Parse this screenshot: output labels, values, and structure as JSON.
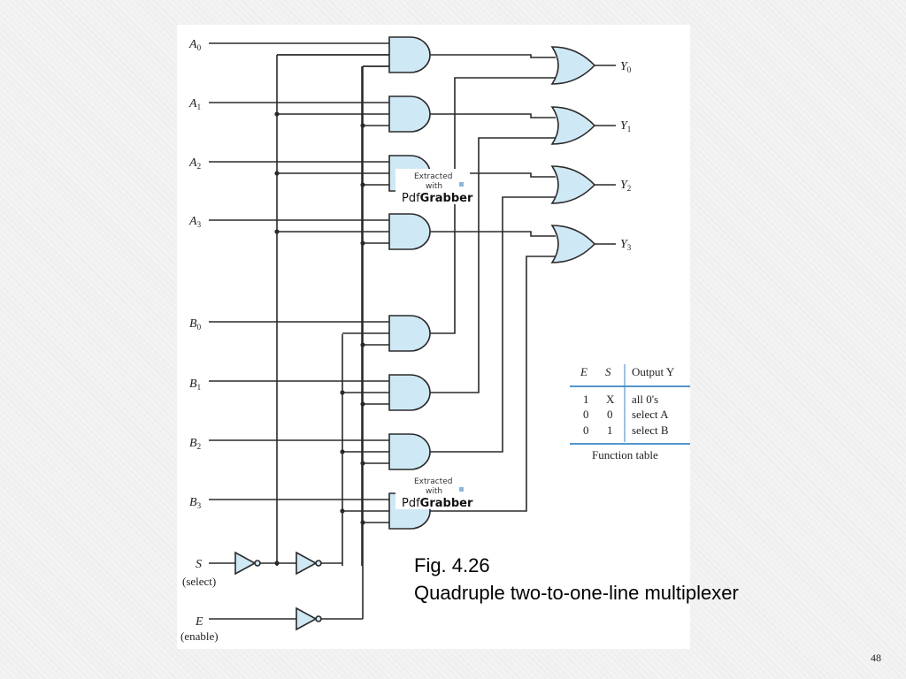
{
  "inputs_a": [
    {
      "letter": "A",
      "sub": "0"
    },
    {
      "letter": "A",
      "sub": "1"
    },
    {
      "letter": "A",
      "sub": "2"
    },
    {
      "letter": "A",
      "sub": "3"
    }
  ],
  "inputs_b": [
    {
      "letter": "B",
      "sub": "0"
    },
    {
      "letter": "B",
      "sub": "1"
    },
    {
      "letter": "B",
      "sub": "2"
    },
    {
      "letter": "B",
      "sub": "3"
    }
  ],
  "outputs": [
    {
      "letter": "Y",
      "sub": "0"
    },
    {
      "letter": "Y",
      "sub": "1"
    },
    {
      "letter": "Y",
      "sub": "2"
    },
    {
      "letter": "Y",
      "sub": "3"
    }
  ],
  "select": {
    "name": "S",
    "desc": "(select)"
  },
  "enable": {
    "name": "E",
    "desc": "(enable)"
  },
  "function_table": {
    "headers": [
      "E",
      "S",
      "Output Y"
    ],
    "rows": [
      [
        "1",
        "X",
        "all 0's"
      ],
      [
        "0",
        "0",
        "select A"
      ],
      [
        "0",
        "1",
        "select B"
      ]
    ],
    "caption": "Function table"
  },
  "watermark": {
    "line1": "Extracted",
    "line2": "with",
    "brand_a": "Pdf",
    "brand_b": "Grabber"
  },
  "caption": {
    "figure": "Fig. 4.26",
    "title": "Quadruple two-to-one-line multiplexer"
  },
  "page_number": "48",
  "colors": {
    "gate_fill": "#cfe8f5",
    "table_rule": "#3a87c4"
  }
}
